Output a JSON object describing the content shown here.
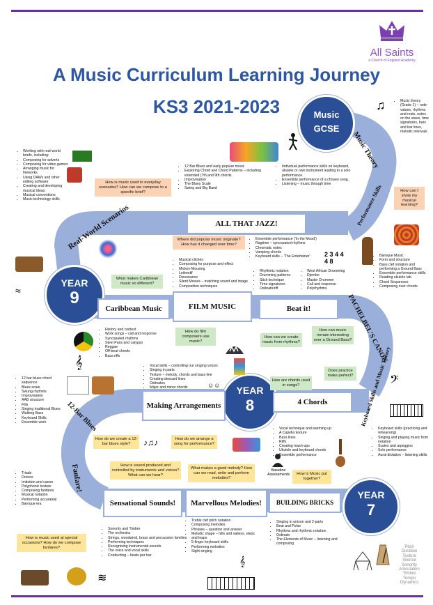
{
  "header": {
    "school_name": "All Saints",
    "school_sub": "a Church of England Academy",
    "title": "A Music Curriculum Learning Journey",
    "subtitle": "KS3 2021-2023"
  },
  "gcse": {
    "line1": "Music",
    "line2": "GCSE"
  },
  "years": {
    "y9_a": "YEAR",
    "y9_b": "9",
    "y8_a": "YEAR",
    "y8_b": "8",
    "y7_a": "YEAR",
    "y7_b": "7"
  },
  "units": {
    "real_world": "Real-World Scenarios",
    "jazz": "ALL THAT JAZZ!",
    "caribbean": "Caribbean Music",
    "film": "FILM MUSIC",
    "beat": "Beat it!",
    "canon": "PACHELBEL'S CANON",
    "keyboard": "Keyboard Skills and Music Theory",
    "music_theory": "Music Theory",
    "performance": "Performance Skills",
    "twelve_bar": "12-Bar Blues",
    "making": "Making Arrangements",
    "chords": "4 Chords",
    "fanfare": "Fanfare!",
    "sensational": "Sensational Sounds!",
    "marvellous": "Marvellous Melodies!",
    "bricks": "BUILDING BRICKS"
  },
  "questions": {
    "real_world": "How is music used in everyday scenarios? How can we compose to a specific brief?",
    "jazz": "Where did popular music originate? How has it changed over time?",
    "caribbean": "What makes Caribbean music so different?",
    "film": "How do film composers use music?",
    "beat": "How can we create music from rhythms?",
    "canon": "How can music remain interesting over a Ground Bass?",
    "practice": "Does practice make perfect?",
    "chords": "How are chords used in songs?",
    "blues": "How do we create a 12-bar blues style?",
    "arrange": "How do we arrange a song for performance?",
    "gcse": "How can I show my musical learning?",
    "sounds": "How is sound produced and controlled by instruments and voices? What can we hear?",
    "melody": "What makes a good melody? How can we read, write and perform melodies?",
    "together": "How is Music put together?",
    "fanfare": "How is music used at special occasions? How do we compose fanfares?"
  },
  "lists": {
    "real_world": [
      "Working with real-world briefs, including:",
      "Composing for adverts",
      "Composing for video games",
      "Arranging music for fireworks",
      "Using DAWs and other editing software",
      "Creating and developing musical ideas",
      "Musical conventions",
      "Music technology skills"
    ],
    "jazz": [
      "12 Bar Blues and early popular music",
      "Exploring Chord and Chord Patterns – including extended (7th and 9th chords.",
      "Improvisation",
      "The Blues Scale",
      "Swing and Big Band"
    ],
    "performance_gcse": [
      "Individual performance skills on keyboard, ukulele or own instrument leading to a solo performance.",
      "Ensemble performance of a chosen song.",
      "Listening – music through time"
    ],
    "theory": [
      "Music theory (Grade 1) – note values, rhythms and rests, notes on the stave, time signatures, bars and bar lines, melodic intervals"
    ],
    "jazz2": [
      "Ensemble performance ('In the Mood')",
      "Ragtime – syncopated rhythms",
      "Chromatic notes",
      "Vamping chords",
      "Keyboard skills – 'The Entertainer'"
    ],
    "film": [
      "Musical clichés",
      "Composing for purpose and effect",
      "Mickey-Mousing",
      "Leitmotif",
      "Dissonance",
      "Silent Movies – matching sound and image",
      "Composition techniques"
    ],
    "beat": [
      "Rhythmic notation",
      "Drumming patterns",
      "Stick technique",
      "Time signatures",
      "Ostinato/riff"
    ],
    "drumming": [
      "West African Drumming",
      "Djembe",
      "Master Drummer",
      "Call and response",
      "Polyrhythms"
    ],
    "canon": [
      "Baroque Music",
      "Form and structure",
      "Bass clef notation and performing a Ground Bass",
      "Ensemble performance skills",
      "Reading ukulele tab",
      "Chord Sequences",
      "Composing over chords"
    ],
    "caribbean": [
      "History and context",
      "Work songs – call and response",
      "Syncopated rhythms",
      "Steel Pans and calypso",
      "Reggae",
      "Off-beat chords",
      "Bass riffs"
    ],
    "making": [
      "Vocal skills – controlling our singing voices",
      "Singing in parts",
      "Texture – melody, chords and bass line",
      "Creating descant lines",
      "Ostinatos",
      "Major and minor chords"
    ],
    "blues": [
      "12 bar blues chord sequence",
      "Blues scale",
      "Swung rhythms",
      "Improvisation",
      "AAB structure",
      "Fills",
      "Singing traditional Blues",
      "Walking Bass",
      "Keyboard Skills",
      "Ensemble work"
    ],
    "chords": [
      "Vocal technique and warming up",
      "A Capella texture",
      "Bass lines",
      "Riffs",
      "Creating mash-ups",
      "Ukulele and keyboard chords",
      "Ensemble performance"
    ],
    "keyboard": [
      "Keyboard skills (practicing and rehearsing)",
      "Singing and playing music from notation",
      "Scales and arpeggios",
      "Solo performance",
      "Aural dictation – listening skills"
    ],
    "fanfare": [
      "Triads",
      "Drones",
      "Imitation and canon",
      "Polyphonic texture",
      "Composing fanfares",
      "Musical notation",
      "Performing accurately",
      "Baroque era"
    ],
    "sounds": [
      "Sonority and Timbre",
      "The orchestra",
      "Strings, woodwind, brass and percussion families",
      "Performing techniques",
      "Recognising instrumental sounds",
      "The voice and vocal skills",
      "Conducting – beats per bar"
    ],
    "melodies": [
      "Treble clef pitch notation",
      "Composing melodies",
      "Phrases – question and answer",
      "Melodic shape – hills and valleys, steps and leaps",
      "5-finger keyboard skills",
      "Performing melodies",
      "Sight singing"
    ],
    "bricks": [
      "Singing in unison and 2-parts",
      "Beat and Pulse",
      "Rhythms and rhythmic notation",
      "Ostinato",
      "The Elements of Music – listening and composing"
    ]
  },
  "baseline": "Baseline Assessments",
  "time_sig": [
    "2",
    "3",
    "4",
    "4",
    "4",
    "8"
  ],
  "elements_words": [
    "Pitch",
    "Duration",
    "Texture",
    "Silence",
    "Sonority",
    "Articulation",
    "Timbre",
    "Tempo",
    "Dynamics"
  ],
  "colors": {
    "accent": "#6a2fa3",
    "title": "#2d56a4",
    "road": "#9aafda",
    "circle": "#2a4f96"
  }
}
